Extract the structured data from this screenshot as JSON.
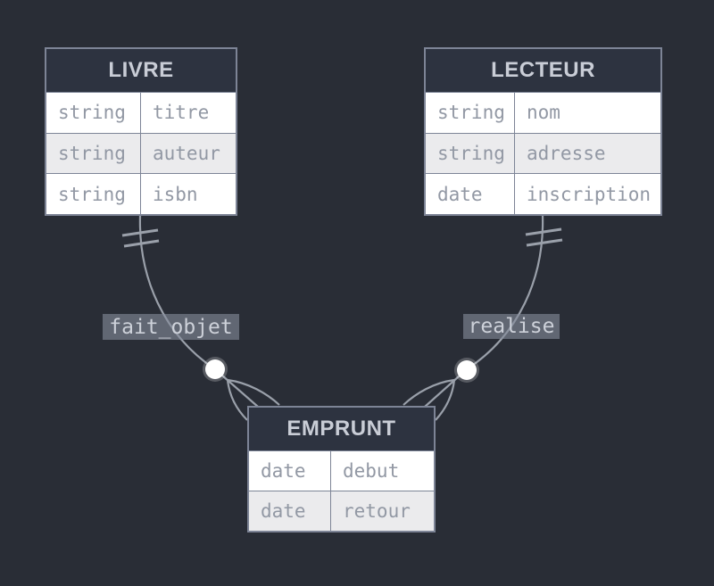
{
  "diagram": {
    "type": "er-diagram",
    "entities": [
      {
        "name": "LIVRE",
        "attributes": [
          {
            "type": "string",
            "name": "titre"
          },
          {
            "type": "string",
            "name": "auteur"
          },
          {
            "type": "string",
            "name": "isbn"
          }
        ]
      },
      {
        "name": "LECTEUR",
        "attributes": [
          {
            "type": "string",
            "name": "nom"
          },
          {
            "type": "string",
            "name": "adresse"
          },
          {
            "type": "date",
            "name": "inscription"
          }
        ]
      },
      {
        "name": "EMPRUNT",
        "attributes": [
          {
            "type": "date",
            "name": "debut"
          },
          {
            "type": "date",
            "name": "retour"
          }
        ]
      }
    ],
    "relationships": [
      {
        "label": "fait_objet",
        "from": "LIVRE",
        "to": "EMPRUNT",
        "from_cardinality": "exactly-one",
        "to_cardinality": "zero-or-many"
      },
      {
        "label": "realise",
        "from": "LECTEUR",
        "to": "EMPRUNT",
        "from_cardinality": "exactly-one",
        "to_cardinality": "zero-or-many"
      }
    ],
    "colors": {
      "background": "#292d36",
      "entity_header_bg": "#2d3340",
      "entity_header_text": "#c9cdd6",
      "entity_border": "#7d8496",
      "row_bg": "#ffffff",
      "row_alt_bg": "#ebebed",
      "attribute_text": "#9298a4",
      "relationship_line": "#9aa0aa",
      "label_bg": "rgba(132,139,153,0.62)",
      "label_text": "#cdd1d9",
      "circle_fill": "#ffffff"
    }
  }
}
